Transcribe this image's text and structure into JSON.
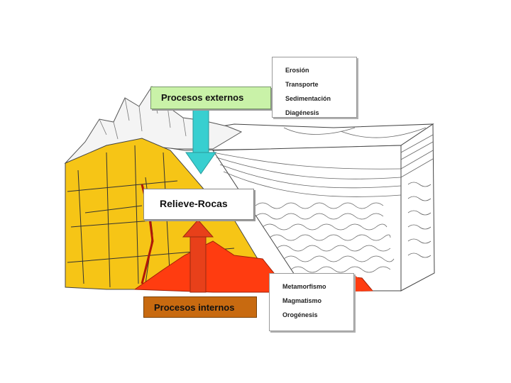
{
  "labels": {
    "external": "Procesos externos",
    "relief": "Relieve-Rocas",
    "internal": "Procesos internos"
  },
  "external_processes": [
    "Erosión",
    "Transporte",
    "Sedimentación",
    "Diagénesis"
  ],
  "internal_processes": [
    "Metamorfismo",
    "Magmatismo",
    "Orogénesis"
  ],
  "colors": {
    "granite": "#f6c516",
    "magma": "#ff3c10",
    "arrow_external": "#38cfd0",
    "arrow_internal": "#e8401a",
    "label_external_bg": "#c9f2a8",
    "label_internal_bg": "#c86a10"
  }
}
